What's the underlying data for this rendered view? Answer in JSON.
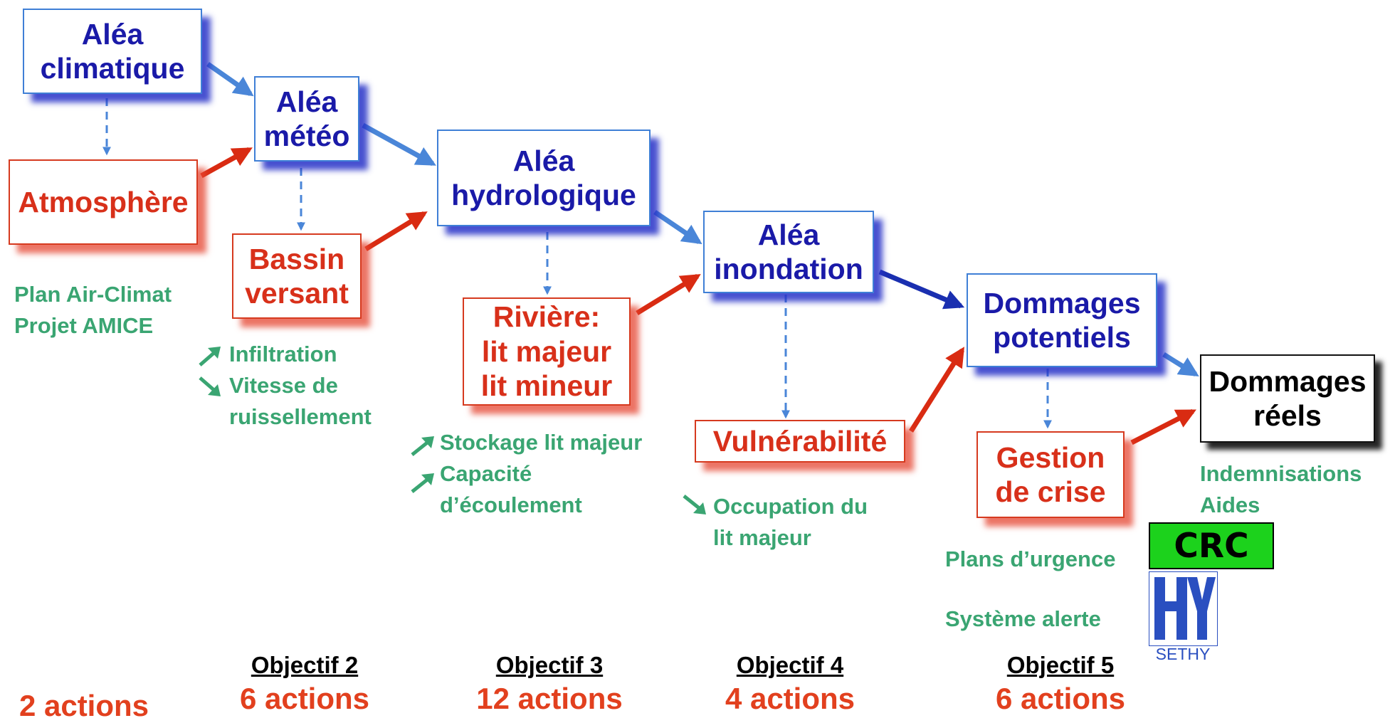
{
  "boxes": {
    "alea_climatique": [
      "Aléa",
      "climatique"
    ],
    "alea_meteo": [
      "Aléa",
      "météo"
    ],
    "alea_hydrologique": [
      "Aléa",
      "hydrologique"
    ],
    "alea_inondation": [
      "Aléa",
      "inondation"
    ],
    "dommages_potentiels": [
      "Dommages",
      "potentiels"
    ],
    "dommages_reels": [
      "Dommages",
      "réels"
    ],
    "atmosphere": [
      "Atmosphère"
    ],
    "bassin_versant": [
      "Bassin",
      "versant"
    ],
    "riviere": [
      "Rivière:",
      "lit majeur",
      "lit mineur"
    ],
    "vulnerabilite": [
      "Vulnérabilité"
    ],
    "gestion_crise": [
      "Gestion",
      "de crise"
    ]
  },
  "notes": {
    "plan_air_climat": [
      "Plan Air-Climat",
      "Projet AMICE"
    ],
    "bassin_factors": [
      "Infiltration",
      "Vitesse de",
      "ruissellement"
    ],
    "riviere_factors": [
      "Stockage lit majeur",
      "Capacité",
      "d’écoulement"
    ],
    "vulnerabilite_factors": [
      "Occupation du",
      "lit majeur"
    ],
    "indemnisations": [
      "Indemnisations",
      "Aides"
    ],
    "plans_urgence": "Plans d’urgence",
    "systeme_alerte": "Système alerte"
  },
  "logos": {
    "crc": "CRC",
    "sethy": "SETHY"
  },
  "objectives": [
    {
      "title": "",
      "count": "2 actions"
    },
    {
      "title": "Objectif 2",
      "count": "6 actions"
    },
    {
      "title": "Objectif 3",
      "count": "12 actions"
    },
    {
      "title": "Objectif 4",
      "count": "4 actions"
    },
    {
      "title": "Objectif 5",
      "count": "6 actions"
    }
  ],
  "colors": {
    "hazard_border": "#3f7fd6",
    "hazard_text": "#1a1aa8",
    "factor_red": "#d8301a",
    "note_green": "#3aa572",
    "count_orange": "#e2401e",
    "crc_green": "#1cd21c",
    "sethy_blue": "#2a4fc0"
  },
  "icons": {
    "trend_up": "arrow-up-right-icon",
    "trend_down": "arrow-down-right-icon"
  }
}
